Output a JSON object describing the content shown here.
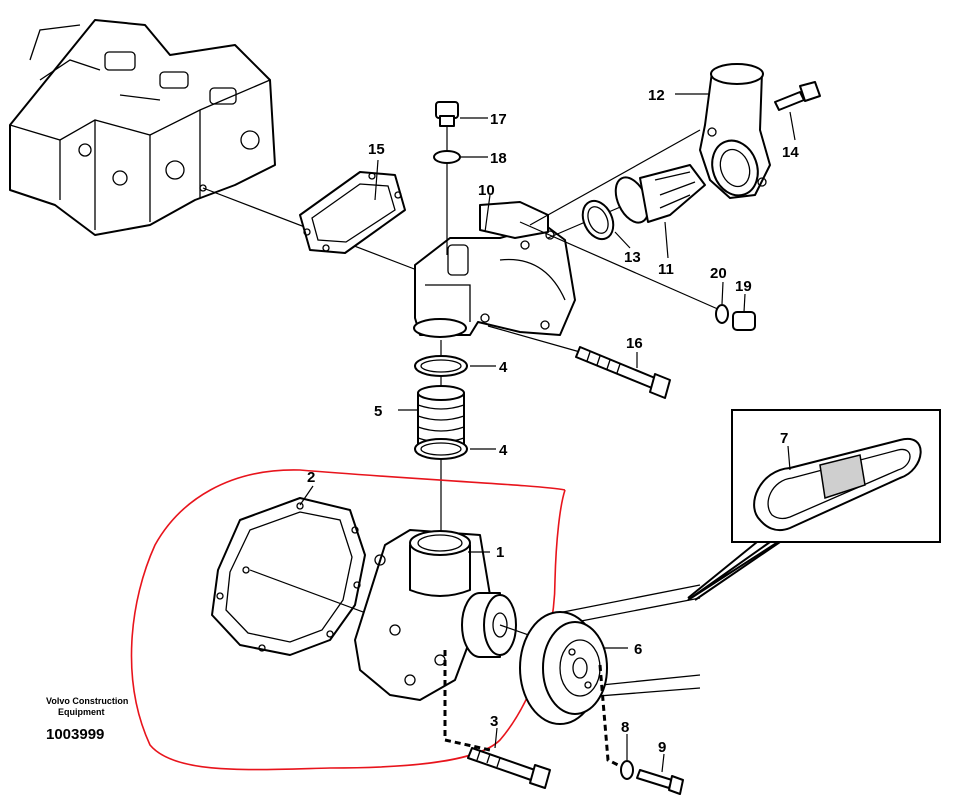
{
  "labels": {
    "p1": "1",
    "p2": "2",
    "p3": "3",
    "p4a": "4",
    "p4b": "4",
    "p5": "5",
    "p6": "6",
    "p7": "7",
    "p8": "8",
    "p9": "9",
    "p10": "10",
    "p11": "11",
    "p12": "12",
    "p13": "13",
    "p14": "14",
    "p15": "15",
    "p16": "16",
    "p17": "17",
    "p18": "18",
    "p19": "19",
    "p20": "20"
  },
  "credit": {
    "line1": "Volvo Construction",
    "line2": "Equipment",
    "number": "1003999"
  },
  "highlight_color": "#e8141c"
}
